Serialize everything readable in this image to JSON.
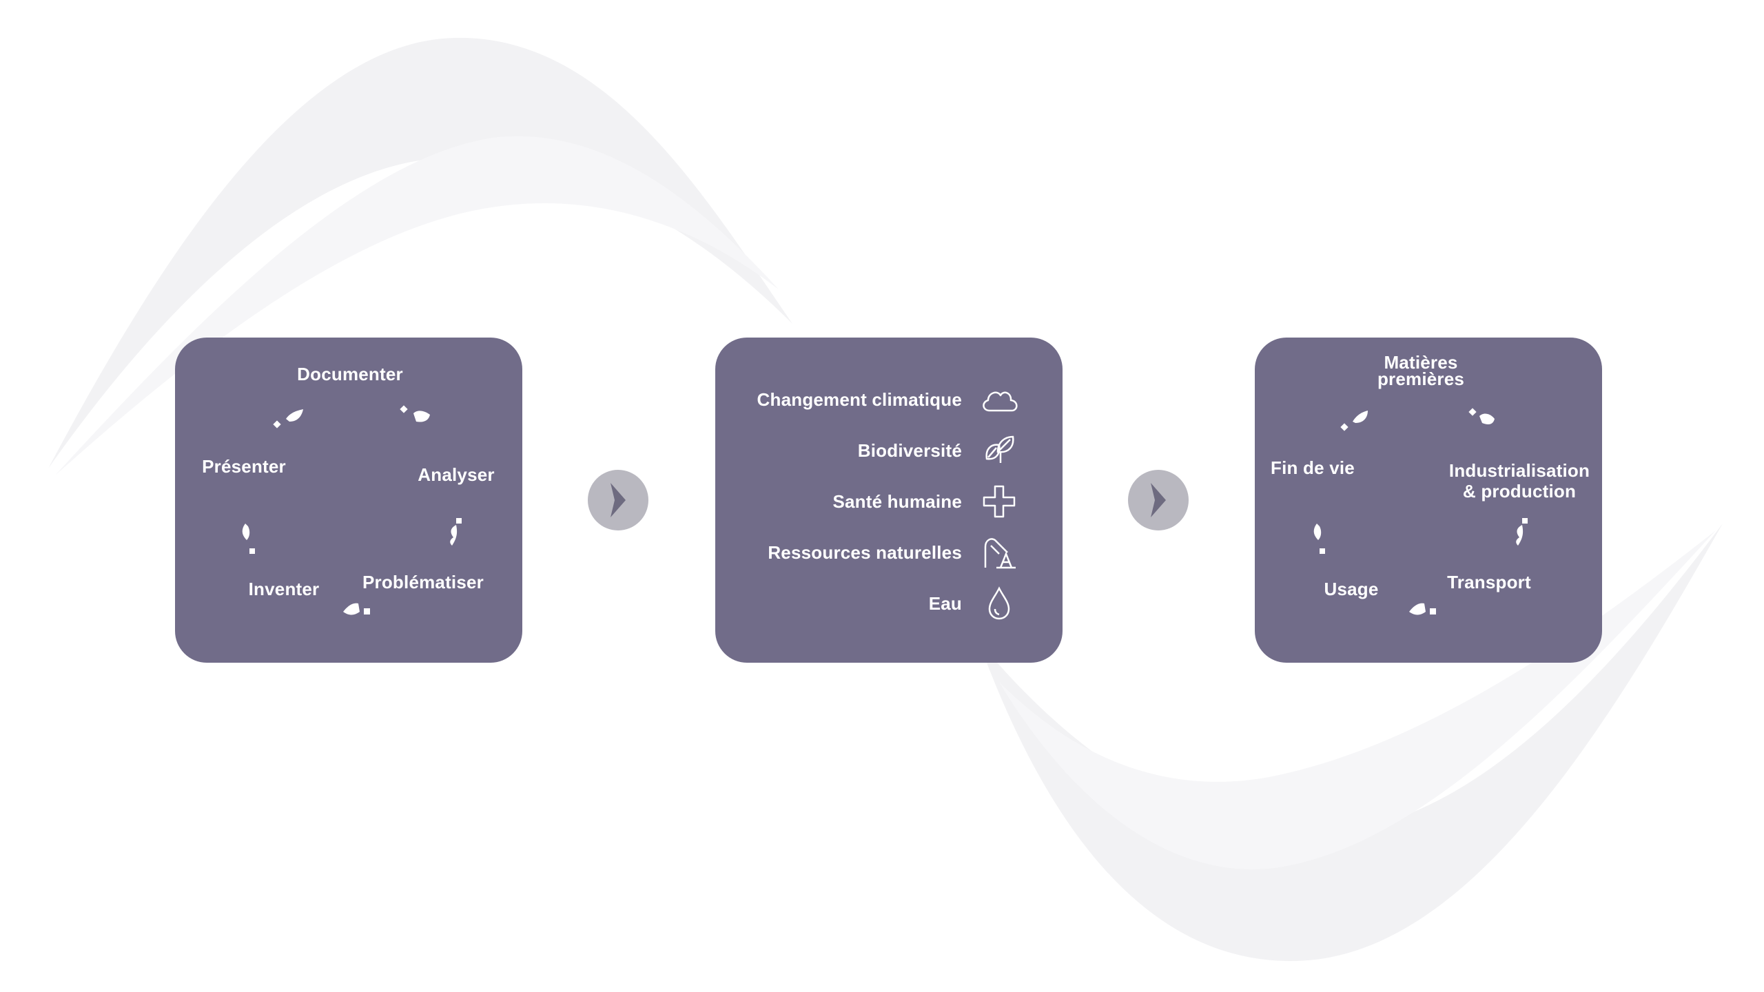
{
  "colors": {
    "card": "#716c89",
    "arrow_button": "#b9b8c0",
    "arrow_glyph": "#6e6b80",
    "swoosh": "#efeff2",
    "text": "#ffffff"
  },
  "process_cycle": {
    "steps": [
      "Documenter",
      "Analyser",
      "Problématiser",
      "Inventer",
      "Présenter"
    ]
  },
  "impact_categories": [
    {
      "label": "Changement climatique",
      "icon": "cloud-icon"
    },
    {
      "label": "Biodiversité",
      "icon": "leaves-icon"
    },
    {
      "label": "Santé humaine",
      "icon": "plus-icon"
    },
    {
      "label": "Ressources naturelles",
      "icon": "oil-pump-icon"
    },
    {
      "label": "Eau",
      "icon": "water-drop-icon"
    }
  ],
  "life_cycle": {
    "raw_materials": "Matières premières",
    "industrialisation": "Industrialisation & production",
    "transport": "Transport",
    "usage": "Usage",
    "end_of_life": "Fin de vie"
  },
  "arrows": {
    "glyph": "chevron-right-icon"
  }
}
